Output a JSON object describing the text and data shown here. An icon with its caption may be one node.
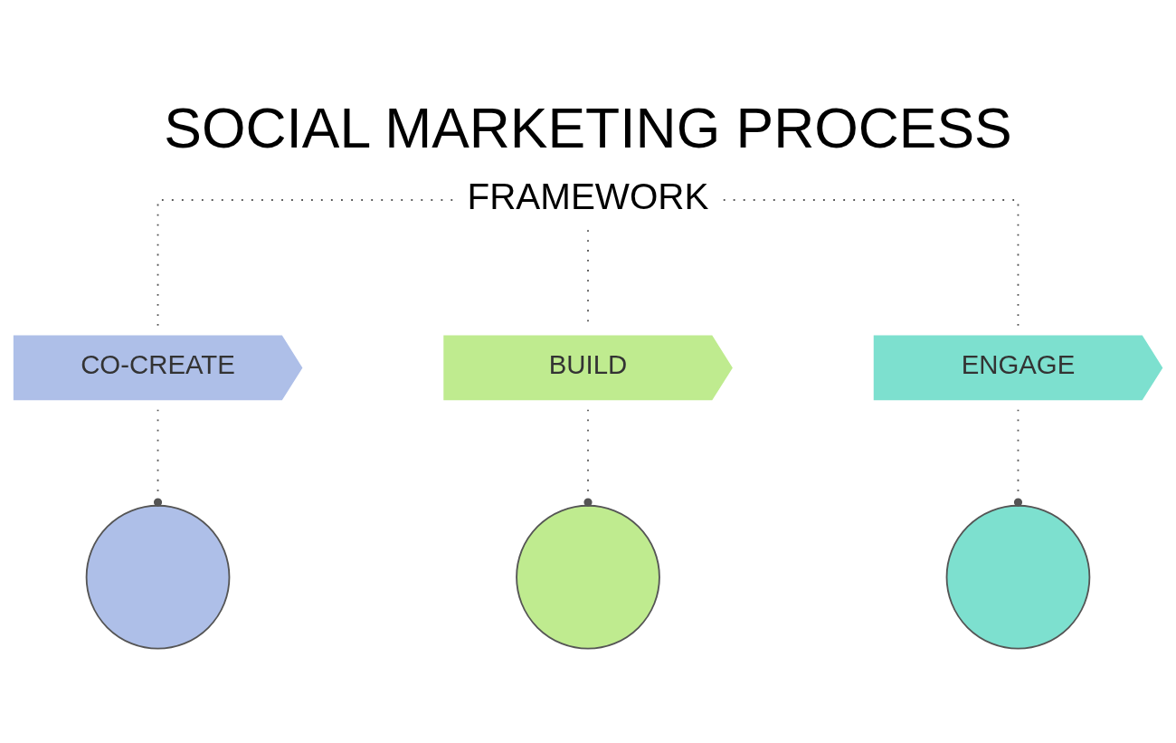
{
  "diagram": {
    "title": "SOCIAL MARKETING PROCESS",
    "nodes": [
      {
        "text": [
          "FRAMEWORK"
        ]
      },
      {
        "text": [
          "CO-CREATE"
        ]
      },
      {
        "text": [
          "BUILD"
        ]
      },
      {
        "text": [
          "ENGAGE"
        ]
      },
      {
        "text": [],
        "shape": "circle"
      },
      {
        "text": [],
        "shape": "circle"
      },
      {
        "text": [],
        "shape": "circle"
      }
    ],
    "edges": [
      {
        "from": 0,
        "to": 1,
        "arrow": "none",
        "style": "dashed"
      },
      {
        "from": 0,
        "to": 2,
        "arrow": "none",
        "style": "dashed"
      },
      {
        "from": 0,
        "to": 3,
        "arrow": "none",
        "style": "dashed"
      },
      {
        "from": 1,
        "to": 4,
        "arrow": "other",
        "style": "dashed"
      },
      {
        "from": 2,
        "to": 5,
        "arrow": "other",
        "style": "dashed"
      },
      {
        "from": 3,
        "to": 6,
        "arrow": "other",
        "style": "dashed"
      }
    ]
  }
}
